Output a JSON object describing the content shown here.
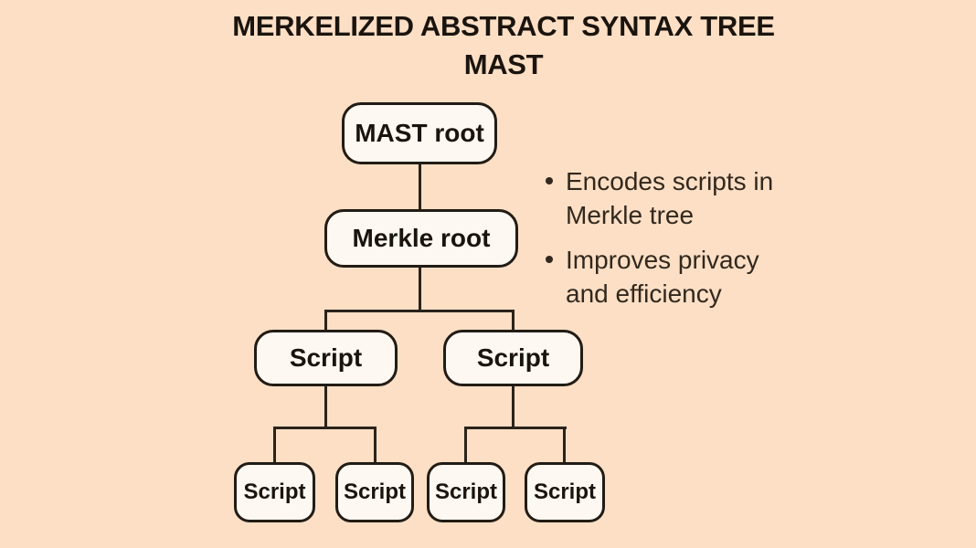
{
  "title": {
    "line1": "MERKELIZED ABSTRACT SYNTAX TREE",
    "line2": "MAST"
  },
  "tree": {
    "root": {
      "label": "MAST root"
    },
    "merkle_root": {
      "label": "Merkle root"
    },
    "branches": [
      {
        "label": "Script",
        "leaves": [
          {
            "label": "Script"
          },
          {
            "label": "Script"
          }
        ]
      },
      {
        "label": "Script",
        "leaves": [
          {
            "label": "Script"
          },
          {
            "label": "Script"
          }
        ]
      }
    ]
  },
  "bullets": [
    {
      "text": "Encodes scripts in Merkle tree"
    },
    {
      "text": "Improves privacy and efficiency"
    }
  ],
  "colors": {
    "background": "#fcdfc5",
    "node_fill": "#fdf8f1",
    "node_border": "#221c15",
    "connector": "#2a231b",
    "title_text": "#1b140e",
    "body_text": "#32281e"
  }
}
